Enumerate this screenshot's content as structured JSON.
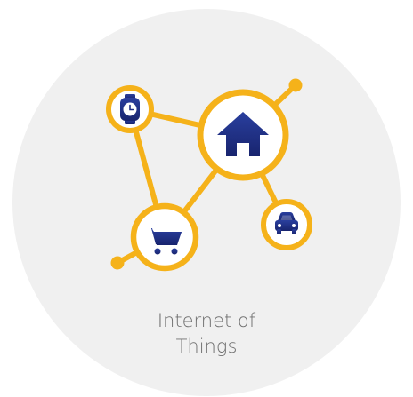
{
  "caption": {
    "line1": "Internet of",
    "line2": "Things"
  },
  "nodes": [
    {
      "name": "home",
      "icon": "home-icon"
    },
    {
      "name": "watch",
      "icon": "watch-icon"
    },
    {
      "name": "cart",
      "icon": "shopping-cart-icon"
    },
    {
      "name": "car",
      "icon": "car-icon"
    }
  ],
  "colors": {
    "background_circle": "#f0f0f0",
    "connector": "#f5b21a",
    "node_fill": "#ffffff",
    "icon": "#1f2f86",
    "caption": "#6f6f6f"
  }
}
